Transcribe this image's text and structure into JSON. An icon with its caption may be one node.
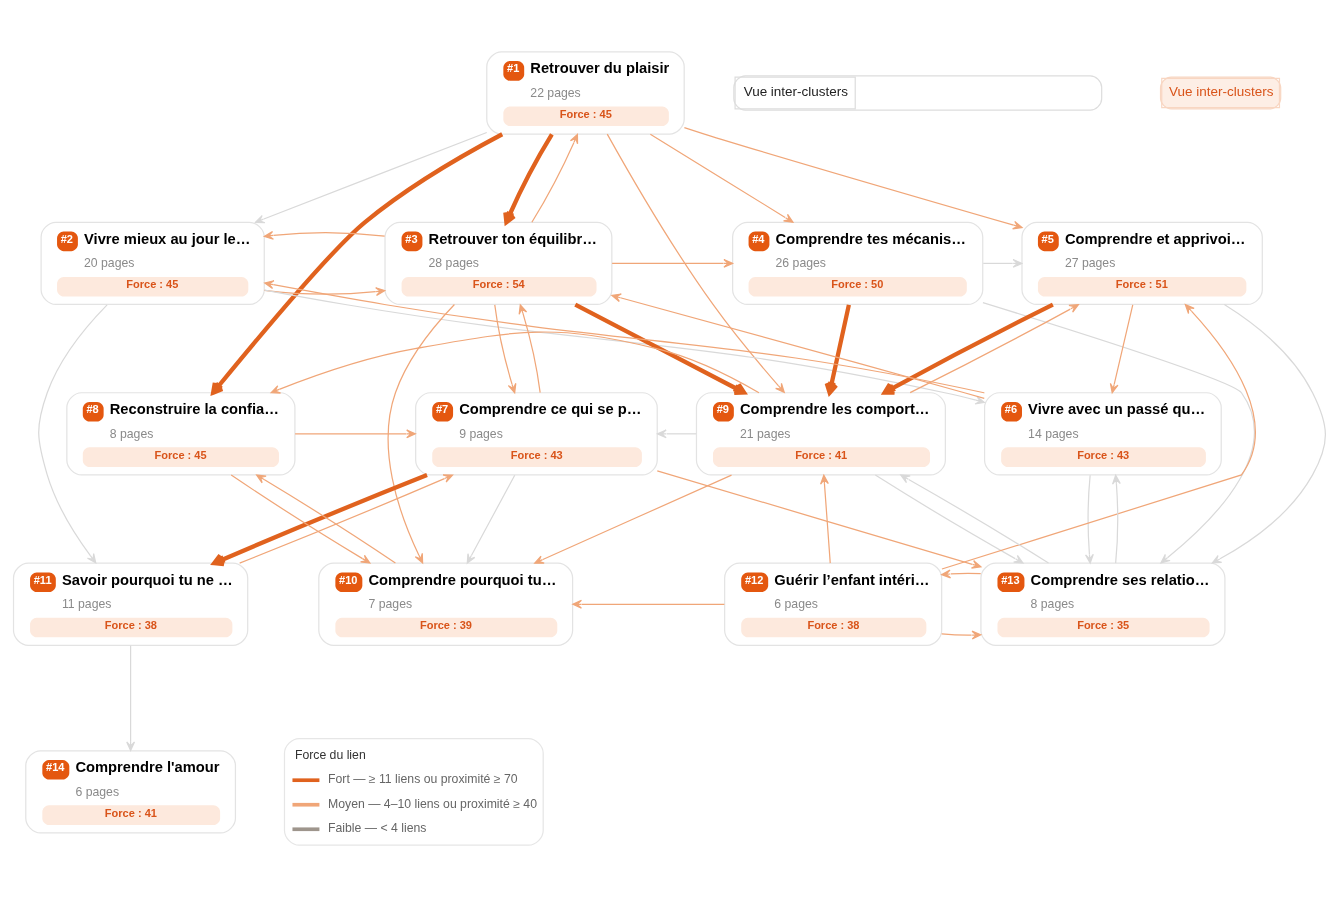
{
  "diagram": {
    "nodes": [
      {
        "text": [
          "#1",
          "Retrouver du plaisir",
          "22 pages",
          "Force : 45"
        ]
      },
      {
        "text": [
          "#2",
          "Vivre mieux au jour le…",
          "20 pages",
          "Force : 45"
        ]
      },
      {
        "text": [
          "#3",
          "Retrouver ton équilibr…",
          "28 pages",
          "Force : 54"
        ]
      },
      {
        "text": [
          "#4",
          "Comprendre tes mécanis…",
          "26 pages",
          "Force : 50"
        ]
      },
      {
        "text": [
          "#5",
          "Comprendre et apprivoi…",
          "27 pages",
          "Force : 51"
        ]
      },
      {
        "text": [
          "#6",
          "Vivre avec un passé qu…",
          "14 pages",
          "Force : 43"
        ]
      },
      {
        "text": [
          "#7",
          "Comprendre ce qui se p…",
          "9 pages",
          "Force : 43"
        ]
      },
      {
        "text": [
          "#8",
          "Reconstruire la confia…",
          "8 pages",
          "Force : 45"
        ]
      },
      {
        "text": [
          "#9",
          "Comprendre les comport…",
          "21 pages",
          "Force : 41"
        ]
      },
      {
        "text": [
          "#10",
          "Comprendre pourquoi tu…",
          "7 pages",
          "Force : 39"
        ]
      },
      {
        "text": [
          "#11",
          "Savoir pourquoi tu ne …",
          "11 pages",
          "Force : 38"
        ]
      },
      {
        "text": [
          "#12",
          "Guérir l’enfant intéri…",
          "6 pages",
          "Force : 38"
        ]
      },
      {
        "text": [
          "#13",
          "Comprendre ses relatio…",
          "8 pages",
          "Force : 35"
        ]
      },
      {
        "text": [
          "#14",
          "Comprendre l'amour",
          "6 pages",
          "Force : 41"
        ]
      }
    ],
    "edges": [
      {
        "from": 0,
        "to": 1,
        "arrow": "to",
        "color": "#d9d9d9"
      },
      {
        "from": 0,
        "to": 2,
        "arrow": "to",
        "style": "thick",
        "color": "#e0621e"
      },
      {
        "from": 0,
        "to": 3,
        "arrow": "to"
      },
      {
        "from": 0,
        "to": 7,
        "arrow": "to",
        "style": "thick",
        "color": "#e0621e"
      },
      {
        "from": 0,
        "to": 4,
        "arrow": "to"
      },
      {
        "from": 0,
        "to": 8,
        "arrow": "to"
      },
      {
        "from": 1,
        "to": 5,
        "arrow": "to",
        "color": "#d9d9d9"
      },
      {
        "from": 1,
        "to": 2,
        "arrow": "to"
      },
      {
        "from": 1,
        "to": 10,
        "arrow": "to",
        "color": "#d9d9d9"
      },
      {
        "from": 2,
        "to": 1,
        "arrow": "to"
      },
      {
        "from": 2,
        "to": 9,
        "arrow": "to"
      },
      {
        "from": 2,
        "to": 6,
        "arrow": "to"
      },
      {
        "from": 2,
        "to": 0,
        "arrow": "to"
      },
      {
        "from": 2,
        "to": 3,
        "arrow": "to"
      },
      {
        "from": 2,
        "to": 8,
        "arrow": "to",
        "style": "thick",
        "color": "#e0621e"
      },
      {
        "from": 3,
        "to": 4,
        "arrow": "to",
        "color": "#d9d9d9"
      },
      {
        "from": 3,
        "to": 8,
        "arrow": "to",
        "style": "thick",
        "color": "#e0621e"
      },
      {
        "from": 3,
        "to": 12,
        "arrow": "to",
        "color": "#d9d9d9"
      },
      {
        "from": 4,
        "to": 5,
        "arrow": "to"
      },
      {
        "from": 4,
        "to": 8,
        "arrow": "to",
        "style": "thick",
        "color": "#e0621e"
      },
      {
        "from": 4,
        "to": 12,
        "arrow": "to",
        "color": "#d9d9d9"
      },
      {
        "from": 5,
        "to": 1,
        "arrow": "to"
      },
      {
        "from": 5,
        "to": 2,
        "arrow": "to"
      },
      {
        "from": 5,
        "to": 12,
        "arrow": "to",
        "color": "#d9d9d9"
      },
      {
        "from": 6,
        "to": 9,
        "arrow": "to",
        "color": "#d9d9d9"
      },
      {
        "from": 6,
        "to": 2,
        "arrow": "to"
      },
      {
        "from": 6,
        "to": 10,
        "arrow": "to",
        "style": "thick",
        "color": "#e0621e"
      },
      {
        "from": 6,
        "to": 12,
        "arrow": "to"
      },
      {
        "from": 7,
        "to": 9,
        "arrow": "to"
      },
      {
        "from": 7,
        "to": 6,
        "arrow": "to"
      },
      {
        "from": 8,
        "to": 9,
        "arrow": "to"
      },
      {
        "from": 8,
        "to": 6,
        "arrow": "to",
        "color": "#d9d9d9"
      },
      {
        "from": 8,
        "to": 7,
        "arrow": "to"
      },
      {
        "from": 8,
        "to": 4,
        "arrow": "to"
      },
      {
        "from": 8,
        "to": 12,
        "arrow": "to",
        "color": "#d9d9d9"
      },
      {
        "from": 9,
        "to": 7,
        "arrow": "to"
      },
      {
        "from": 10,
        "to": 13,
        "arrow": "to",
        "color": "#d9d9d9"
      },
      {
        "from": 10,
        "to": 6,
        "arrow": "to"
      },
      {
        "from": 11,
        "to": 9,
        "arrow": "to"
      },
      {
        "from": 11,
        "to": 4,
        "arrow": "to"
      },
      {
        "from": 11,
        "to": 8,
        "arrow": "to"
      },
      {
        "from": 11,
        "to": 12,
        "arrow": "to"
      },
      {
        "from": 12,
        "to": 5,
        "arrow": "to",
        "color": "#d9d9d9"
      },
      {
        "from": 12,
        "to": 11,
        "arrow": "to"
      },
      {
        "from": 12,
        "to": 8,
        "arrow": "to",
        "color": "#d9d9d9"
      }
    ],
    "labels": [
      "Vue inter-clusters",
      "Vue inter-clusters",
      "Force du lien"
    ],
    "legend": [
      {
        "text": "Fort — ≥ 11 liens ou proximité ≥ 70"
      },
      {
        "text": "Moyen — 4–10 liens ou proximité ≥ 40"
      },
      {
        "text": "Faible — < 4 liens"
      }
    ]
  }
}
